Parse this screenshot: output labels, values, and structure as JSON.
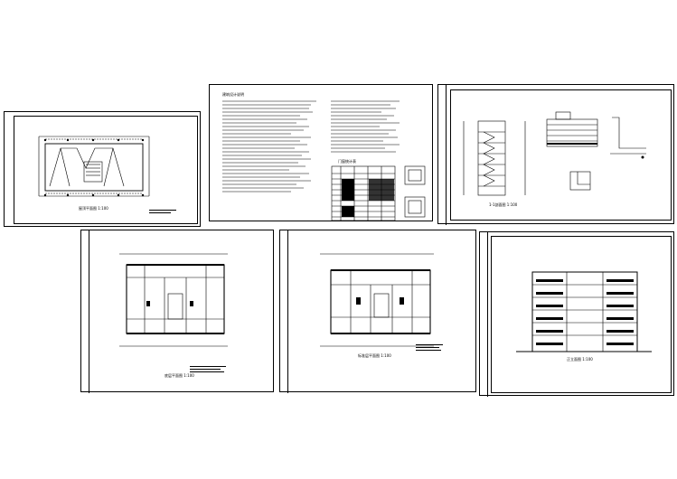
{
  "sheets": [
    {
      "id": "roof-plan",
      "caption": "屋顶平面图 1:100"
    },
    {
      "id": "design-notes",
      "caption": "建筑设计说明",
      "table_title": "门窗统计表"
    },
    {
      "id": "section-details",
      "caption": "1-1剖面图 1:100"
    },
    {
      "id": "ground-floor-plan",
      "caption": "底层平面图 1:100"
    },
    {
      "id": "typical-floor-plan",
      "caption": "标准层平面图 1:100"
    },
    {
      "id": "front-elevation",
      "caption": "正立面图 1:100"
    }
  ],
  "colors": {
    "line": "#000000",
    "paper": "#ffffff"
  }
}
